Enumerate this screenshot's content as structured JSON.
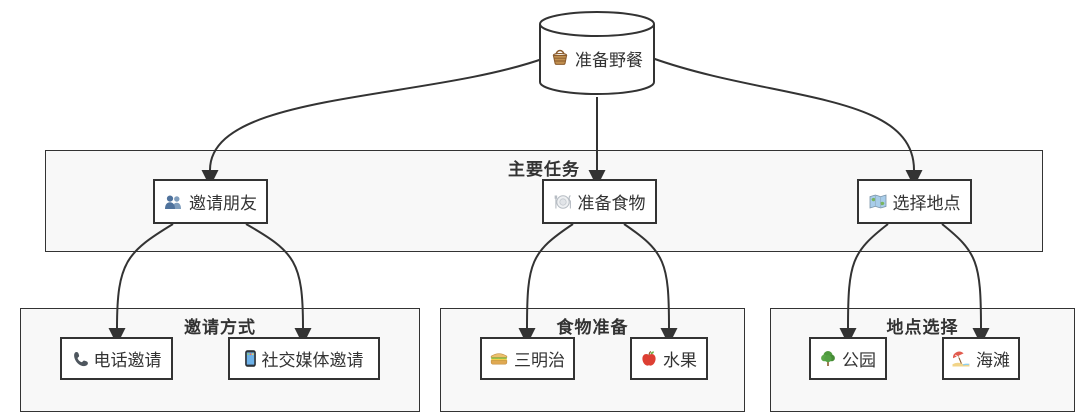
{
  "diagram": {
    "root": {
      "label": "准备野餐",
      "emoji": "🧺",
      "icon": "basket-icon",
      "shape": "cylinder"
    },
    "main_cluster": {
      "title": "主要任务",
      "nodes": {
        "invite_friends": {
          "label": "邀请朋友",
          "emoji": "👥",
          "icon": "people-icon"
        },
        "prepare_food": {
          "label": "准备食物",
          "emoji": "🍽️",
          "icon": "fork-knife-plate-icon"
        },
        "choose_location": {
          "label": "选择地点",
          "emoji": "🗺️",
          "icon": "world-map-icon"
        }
      }
    },
    "sub_clusters": {
      "invite_methods": {
        "title": "邀请方式",
        "nodes": {
          "phone_invite": {
            "label": "电话邀请",
            "emoji": "📞",
            "icon": "phone-receiver-icon"
          },
          "social_media_invite": {
            "label": "社交媒体邀请",
            "emoji": "📱",
            "icon": "mobile-phone-icon"
          }
        }
      },
      "food_prep": {
        "title": "食物准备",
        "nodes": {
          "sandwich": {
            "label": "三明治",
            "emoji": "🥪",
            "icon": "sandwich-icon"
          },
          "fruit": {
            "label": "水果",
            "emoji": "🍎",
            "icon": "apple-icon"
          }
        }
      },
      "location_choice": {
        "title": "地点选择",
        "nodes": {
          "park": {
            "label": "公园",
            "emoji": "🌳",
            "icon": "tree-icon"
          },
          "beach": {
            "label": "海滩",
            "emoji": "🏖️",
            "icon": "beach-umbrella-icon"
          }
        }
      }
    },
    "edges": [
      {
        "from": "准备野餐",
        "to": "邀请朋友"
      },
      {
        "from": "准备野餐",
        "to": "准备食物"
      },
      {
        "from": "准备野餐",
        "to": "选择地点"
      },
      {
        "from": "邀请朋友",
        "to": "电话邀请"
      },
      {
        "from": "邀请朋友",
        "to": "社交媒体邀请"
      },
      {
        "from": "准备食物",
        "to": "三明治"
      },
      {
        "from": "准备食物",
        "to": "水果"
      },
      {
        "from": "选择地点",
        "to": "公园"
      },
      {
        "from": "选择地点",
        "to": "海滩"
      }
    ],
    "colors": {
      "node_fill": "#ffffff",
      "node_border": "#333333",
      "cluster_fill": "#f8f8f8",
      "cluster_border": "#333333",
      "edge": "#333333",
      "text": "#333333"
    }
  }
}
